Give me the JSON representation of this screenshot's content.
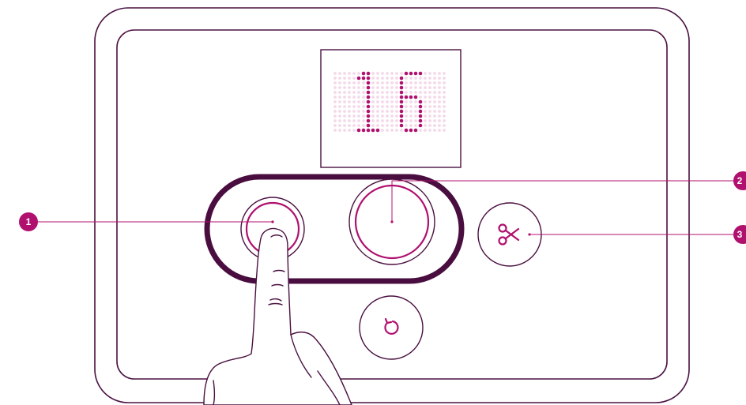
{
  "colors": {
    "outline": "#4a1040",
    "accent": "#b0106e",
    "dot_off": "#f3d9e9",
    "callout_bg": "#b0106e",
    "pill_stroke": "#4a0d3f"
  },
  "display": {
    "value": "16"
  },
  "callouts": [
    {
      "number": "1",
      "target": "left-button"
    },
    {
      "number": "2",
      "target": "center-button"
    },
    {
      "number": "3",
      "target": "scissors-button"
    }
  ],
  "icons": {
    "scissors": "scissors-icon",
    "reset": "rotate-ccw-icon",
    "hand": "pointing-finger-icon"
  }
}
